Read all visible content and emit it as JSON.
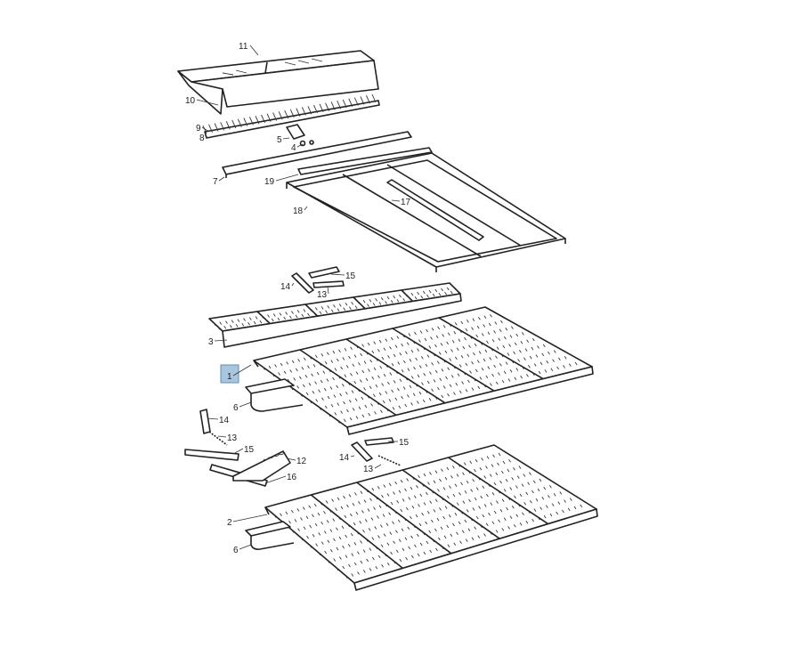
{
  "diagram": {
    "highlight_color": "#a9c6df",
    "callouts": [
      {
        "label": "11"
      },
      {
        "label": "10"
      },
      {
        "label": "9"
      },
      {
        "label": "8"
      },
      {
        "label": "5"
      },
      {
        "label": "4"
      },
      {
        "label": "7"
      },
      {
        "label": "19"
      },
      {
        "label": "18"
      },
      {
        "label": "17"
      },
      {
        "label": "15"
      },
      {
        "label": "14"
      },
      {
        "label": "13"
      },
      {
        "label": "3"
      },
      {
        "label": "1"
      },
      {
        "label": "6"
      },
      {
        "label": "14"
      },
      {
        "label": "13"
      },
      {
        "label": "15"
      },
      {
        "label": "12"
      },
      {
        "label": "16"
      },
      {
        "label": "15"
      },
      {
        "label": "14"
      },
      {
        "label": "13"
      },
      {
        "label": "2"
      },
      {
        "label": "6"
      }
    ]
  }
}
